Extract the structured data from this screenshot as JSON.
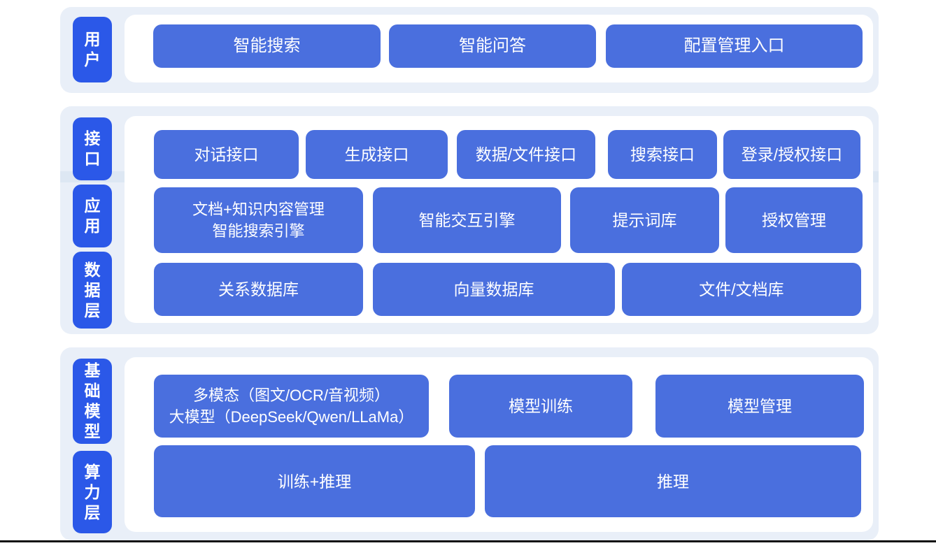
{
  "colors": {
    "page_bg": "#ffffff",
    "band_bg": "#e9eff8",
    "band_overlap": "#dde7f3",
    "panel_bg": "#ffffff",
    "label_bg": "#2b58e8",
    "box_bg": "#4a6fde",
    "box_text": "#ffffff",
    "bottom_line": "#101010"
  },
  "layers": {
    "user": {
      "label": "用户",
      "boxes": {
        "smart_search": "智能搜索",
        "smart_qa": "智能问答",
        "config_entry": "配置管理入口"
      }
    },
    "interface": {
      "label": "接口",
      "boxes": {
        "dialog": "对话接口",
        "generation": "生成接口",
        "data_file": "数据/文件接口",
        "search": "搜索接口",
        "login_auth": "登录/授权接口"
      }
    },
    "application": {
      "label": "应用",
      "boxes": {
        "doc_engine_line1": "文档+知识内容管理",
        "doc_engine_line2": "智能搜索引擎",
        "interaction_engine": "智能交互引擎",
        "prompt_library": "提示词库",
        "auth_management": "授权管理"
      }
    },
    "data": {
      "label": "数据层",
      "boxes": {
        "relational_db": "关系数据库",
        "vector_db": "向量数据库",
        "file_doc_store": "文件/文档库"
      }
    },
    "foundation_model": {
      "label": "基础模型",
      "boxes": {
        "multimodal_line1": "多模态（图文/OCR/音视频）",
        "multimodal_line2": "大模型（DeepSeek/Qwen/LLaMa）",
        "model_training": "模型训练",
        "model_management": "模型管理"
      }
    },
    "compute": {
      "label": "算力层",
      "boxes": {
        "train_infer": "训练+推理",
        "infer": "推理"
      }
    }
  }
}
